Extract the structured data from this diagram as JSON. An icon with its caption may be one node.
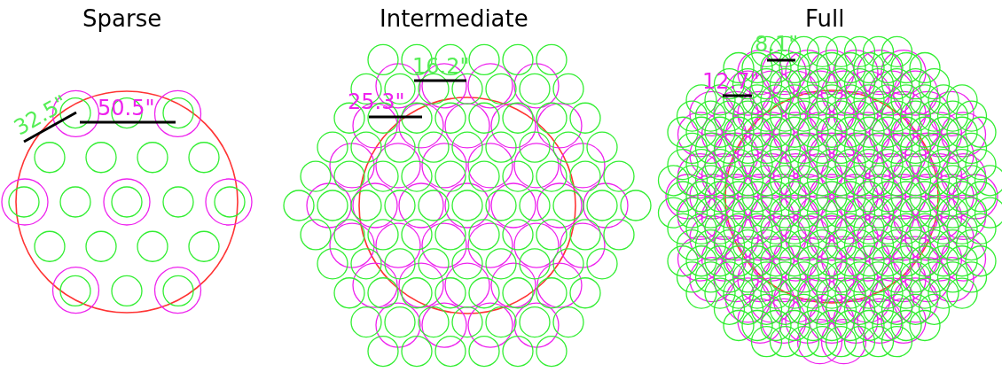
{
  "diagram": {
    "labels": [
      "Sparse",
      "32.5\"",
      "50.5\"",
      "Intermediate",
      "16.2\"",
      "25.3\"",
      "Full",
      "8.1\"",
      "12.7\""
    ]
  }
}
